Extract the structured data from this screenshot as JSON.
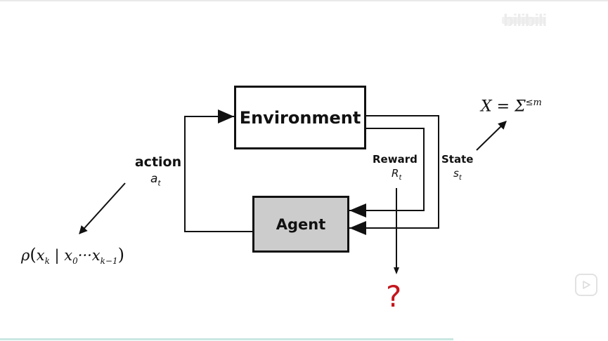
{
  "watermark": {
    "brand": "bilibili",
    "icon": "bilibili-logo-icon"
  },
  "diagram": {
    "environment_label": "Environment",
    "agent_label": "Agent",
    "action_label": "action",
    "action_symbol": "a",
    "action_subscript": "t",
    "reward_label": "Reward",
    "reward_symbol": "R",
    "reward_subscript": "t",
    "state_label": "State",
    "state_symbol": "s",
    "state_subscript": "t",
    "question_mark": "?"
  },
  "annotations": {
    "state_space_lhs": "X = Σ",
    "state_space_sup": "≤m",
    "policy_rho": "ρ",
    "policy_open": "(",
    "policy_x": "x",
    "policy_k": "k",
    "policy_bar": " | ",
    "policy_x0": "x",
    "policy_0": "0",
    "policy_dots": "···x",
    "policy_km1": "k−1",
    "policy_close": ")"
  },
  "colors": {
    "agent_fill": "#cccccc",
    "question_red": "#c4161c",
    "line": "#111111"
  },
  "controls": {
    "play_icon": "play-icon"
  }
}
